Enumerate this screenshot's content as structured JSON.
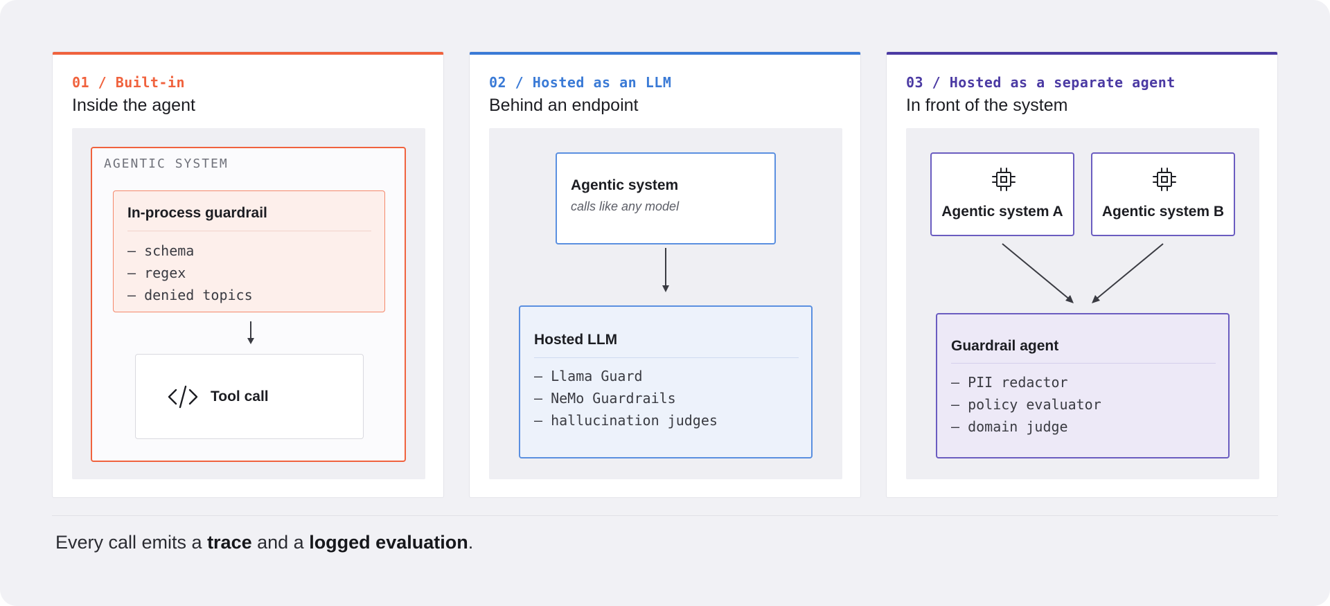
{
  "colors": {
    "orange": "#f0623d",
    "blue": "#3a7ad6",
    "purple": "#4b3aa3"
  },
  "panels": [
    {
      "eyebrow": "01 / Built-in",
      "heading": "Inside the agent",
      "container_label": "AGENTIC SYSTEM",
      "guardrail": {
        "title": "In-process guardrail",
        "items": [
          "— schema",
          "— regex",
          "— denied topics"
        ]
      },
      "tool": {
        "icon": "code-icon",
        "label": "Tool call"
      }
    },
    {
      "eyebrow": "02 / Hosted as an LLM",
      "heading": "Behind an endpoint",
      "caller": {
        "title": "Agentic system",
        "subtitle": "calls like any model"
      },
      "hosted": {
        "title": "Hosted LLM",
        "items": [
          "— Llama Guard",
          "— NeMo Guardrails",
          "— hallucination judges"
        ]
      }
    },
    {
      "eyebrow": "03 / Hosted as a separate agent",
      "heading": "In front of the system",
      "systems": [
        {
          "icon": "chip-icon",
          "label": "Agentic system A"
        },
        {
          "icon": "chip-icon",
          "label": "Agentic system B"
        }
      ],
      "guardrail_agent": {
        "title": "Guardrail agent",
        "items": [
          "— PII redactor",
          "— policy evaluator",
          "— domain judge"
        ]
      }
    }
  ],
  "footer": {
    "before": "Every call emits a ",
    "trace": "trace",
    "middle": " and a ",
    "logged": "logged evaluation",
    "after": "."
  }
}
